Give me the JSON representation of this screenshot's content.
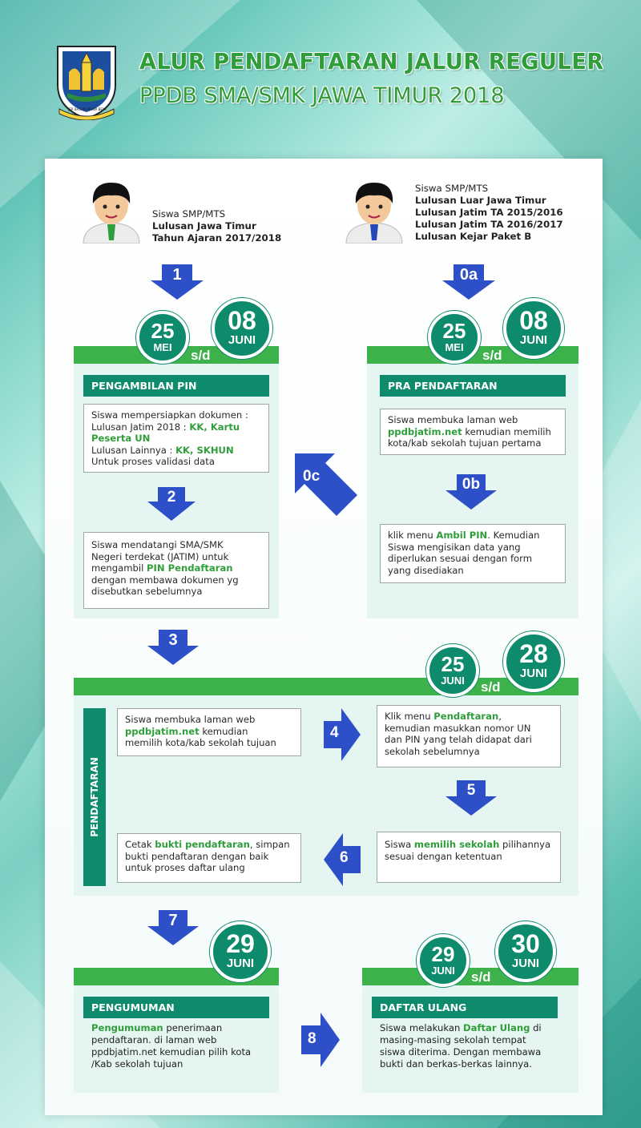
{
  "header": {
    "title": "ALUR PENDAFTARAN JALUR REGULER",
    "subtitle": "PPDB SMA/SMK JAWA TIMUR 2018",
    "logo_text": "JER BASUKI MAWA BEYA"
  },
  "students": {
    "left": {
      "line1": "Siswa SMP/MTS",
      "line2": "Lulusan Jawa Timur",
      "line3": "Tahun Ajaran  2017/2018"
    },
    "right": {
      "line1": "Siswa SMP/MTS",
      "line2": "Lulusan Luar Jawa Timur",
      "line3": "Lulusan Jatim TA 2015/2016",
      "line4": "Lulusan Jatim TA 2016/2017",
      "line5": "Lulusan Kejar Paket B"
    }
  },
  "arrows": {
    "a1": "1",
    "a0a": "0a",
    "a0b": "0b",
    "a0c": "0c",
    "a2": "2",
    "a3": "3",
    "a4": "4",
    "a5": "5",
    "a6": "6",
    "a7": "7",
    "a8": "8"
  },
  "dates": {
    "s1_start_day": "25",
    "s1_start_month": "MEI",
    "s1_end_day": "08",
    "s1_end_month": "JUNI",
    "s2_start_day": "25",
    "s2_start_month": "MEI",
    "s2_end_day": "08",
    "s2_end_month": "JUNI",
    "s3_start_day": "25",
    "s3_start_month": "JUNI",
    "s3_end_day": "28",
    "s3_end_month": "JUNI",
    "s4_day": "29",
    "s4_month": "JUNI",
    "s5_start_day": "29",
    "s5_start_month": "JUNI",
    "s5_end_day": "30",
    "s5_end_month": "JUNI",
    "sd": "s/d"
  },
  "pin": {
    "title": "PENGAMBILAN PIN",
    "box1": {
      "l1": "Siswa mempersiapkan dokumen :",
      "l2a": "Lulusan Jatim 2018 : ",
      "l2b": "KK, Kartu",
      "l3": "Peserta UN",
      "l4a": "Lulusan Lainnya : ",
      "l4b": "KK, SKHUN",
      "l5": "Untuk proses validasi data"
    },
    "box2": {
      "l1": "Siswa mendatangi SMA/SMK",
      "l2": "Negeri terdekat (JATIM) untuk",
      "l3a": "mengambil ",
      "l3b": "PIN Pendaftaran",
      "l4": "dengan membawa dokumen yg",
      "l5": "disebutkan sebelumnya"
    }
  },
  "pra": {
    "title": "PRA PENDAFTARAN",
    "box1": {
      "l1": "Siswa membuka laman web",
      "l2a": "ppdbjatim.net",
      "l2b": " kemudian memilih",
      "l3": "kota/kab sekolah tujuan pertama"
    },
    "box2": {
      "l1a": "klik menu ",
      "l1b": "Ambil PIN",
      "l1c": ". Kemudian",
      "l2": "Siswa mengisikan data yang",
      "l3": "diperlukan sesuai dengan form",
      "l4": "yang disediakan"
    }
  },
  "daftar": {
    "side_label": "PENDAFTARAN",
    "b1": {
      "l1": "Siswa membuka laman web",
      "l2a": "ppdbjatim.net",
      "l2b": " kemudian",
      "l3": "memilih kota/kab sekolah tujuan"
    },
    "b2": {
      "l1a": "Klik menu ",
      "l1b": "Pendaftaran",
      "l1c": ",",
      "l2": "kemudian masukkan nomor UN",
      "l3": "dan PIN yang telah didapat dari",
      "l4": "sekolah sebelumnya"
    },
    "b3": {
      "l1a": "Siswa ",
      "l1b": "memilih sekolah",
      "l1c": " pilihannya",
      "l2": "sesuai dengan ketentuan"
    },
    "b4": {
      "l1a": "Cetak ",
      "l1b": "bukti pendaftaran",
      "l1c": ", simpan",
      "l2": "bukti pendaftaran dengan baik",
      "l3": "untuk proses daftar ulang"
    }
  },
  "pengumuman": {
    "title": "PENGUMUMAN",
    "l1a": "Pengumuman",
    "l1b": " penerimaan",
    "l2": "pendaftaran. di laman web",
    "l3": "ppdbjatim.net kemudian pilih kota",
    "l4": "/Kab sekolah tujuan"
  },
  "ulang": {
    "title": "DAFTAR ULANG",
    "l1a": "Siswa melakukan ",
    "l1b": "Daftar Ulang",
    "l1c": " di",
    "l2": "masing-masing sekolah tempat",
    "l3": "siswa diterima. Dengan membawa",
    "l4": "bukti dan berkas-berkas lainnya."
  },
  "colors": {
    "green_dark": "#0e8a6c",
    "green_bar": "#3db14a",
    "arrow_blue": "#2d50c8",
    "title_green": "#2f9e3a"
  },
  "icons": [
    "student-icon",
    "arrow-down-icon",
    "arrow-right-icon",
    "arrow-left-icon",
    "arrow-upleft-icon",
    "east-java-logo"
  ]
}
